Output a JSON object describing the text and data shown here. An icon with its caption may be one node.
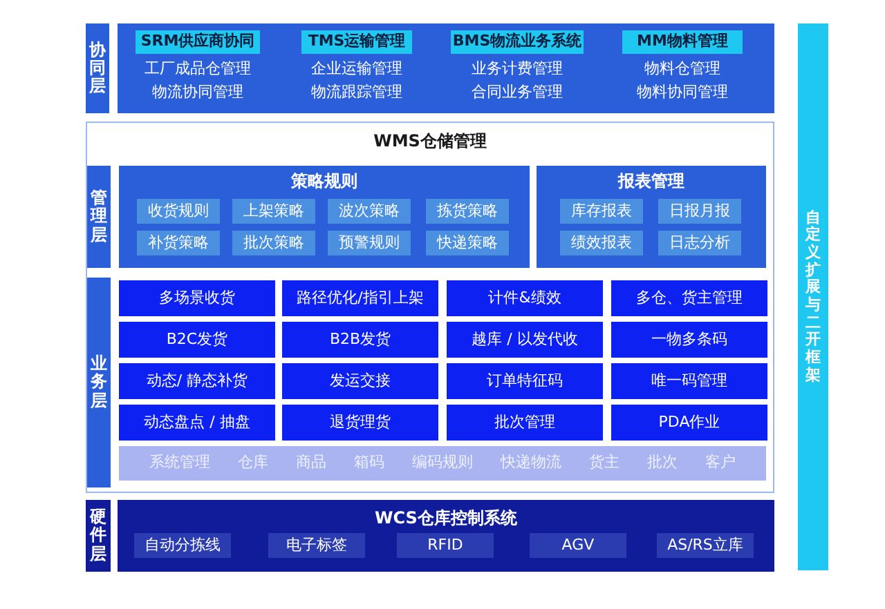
{
  "diagram": {
    "nodes": [
      {
        "text": [
          "协同层"
        ]
      },
      {
        "text": [],
        "shape": "box"
      },
      {
        "text": [
          "SRM供应商协同"
        ],
        "in": 1,
        "beside": [
          "工厂成品仓管理",
          "物流协同管理"
        ]
      },
      {
        "text": [
          "TMS运输管理"
        ],
        "in": 1,
        "beside": [
          "企业运输管理",
          "物流跟踪管理"
        ]
      },
      {
        "text": [
          "BMS物流业务系统"
        ],
        "in": 1,
        "beside": [
          "业务计费管理",
          "合同业务管理"
        ]
      },
      {
        "text": [
          "MM物料管理"
        ],
        "in": 1,
        "beside": [
          "物料仓管理",
          "物料协同管理"
        ]
      },
      {
        "text": [
          "自定义扩展与二开框架"
        ]
      },
      {
        "text": [
          "WMS仓储管理"
        ]
      },
      {
        "text": [
          "管理层"
        ],
        "in": 7
      },
      {
        "text": [
          "策略规则"
        ],
        "in": 7
      },
      {
        "text": [
          "收货规则"
        ],
        "in": 9
      },
      {
        "text": [
          "上架策略"
        ],
        "in": 9
      },
      {
        "text": [
          "波次策略"
        ],
        "in": 9
      },
      {
        "text": [
          "拣货策略"
        ],
        "in": 9
      },
      {
        "text": [
          "补货策略"
        ],
        "in": 9
      },
      {
        "text": [
          "批次策略"
        ],
        "in": 9
      },
      {
        "text": [
          "预警规则"
        ],
        "in": 9
      },
      {
        "text": [
          "快递策略"
        ],
        "in": 9
      },
      {
        "text": [
          "报表管理"
        ],
        "in": 7
      },
      {
        "text": [
          "库存报表"
        ],
        "in": 18
      },
      {
        "text": [
          "日报月报"
        ],
        "in": 18
      },
      {
        "text": [
          "绩效报表"
        ],
        "in": 18
      },
      {
        "text": [
          "日志分析"
        ],
        "in": 18
      },
      {
        "text": [
          "业务层"
        ],
        "in": 7
      },
      {
        "text": [
          "多场景收货"
        ],
        "in": 7
      },
      {
        "text": [
          "路径优化/指引上架"
        ],
        "in": 7
      },
      {
        "text": [
          "计件&绩效"
        ],
        "in": 7
      },
      {
        "text": [
          "多仓、货主管理"
        ],
        "in": 7
      },
      {
        "text": [
          "B2C发货"
        ],
        "in": 7
      },
      {
        "text": [
          "B2B发货"
        ],
        "in": 7
      },
      {
        "text": [
          "越库 / 以发代收"
        ],
        "in": 7
      },
      {
        "text": [
          "一物多条码"
        ],
        "in": 7
      },
      {
        "text": [
          "动态/ 静态补货"
        ],
        "in": 7
      },
      {
        "text": [
          "发运交接"
        ],
        "in": 7
      },
      {
        "text": [
          "订单特征码"
        ],
        "in": 7
      },
      {
        "text": [
          "唯一码管理"
        ],
        "in": 7
      },
      {
        "text": [
          "动态盘点 / 抽盘"
        ],
        "in": 7
      },
      {
        "text": [
          "退货理货"
        ],
        "in": 7
      },
      {
        "text": [
          "批次管理"
        ],
        "in": 7
      },
      {
        "text": [
          "PDA作业"
        ],
        "in": 7
      },
      {
        "text": [
          "系统管理",
          "仓库",
          "商品",
          "箱码",
          "编码规则",
          "快递物流",
          "货主",
          "批次",
          "客户"
        ],
        "in": 7
      },
      {
        "text": [
          "硬件层"
        ]
      },
      {
        "text": [
          "WCS仓库控制系统"
        ]
      },
      {
        "text": [
          "自动分拣线"
        ],
        "in": 42
      },
      {
        "text": [
          "电子标签"
        ],
        "in": 42
      },
      {
        "text": [
          "RFID"
        ],
        "in": 42
      },
      {
        "text": [
          "AGV"
        ],
        "in": 42
      },
      {
        "text": [
          "AS/RS立库"
        ],
        "in": 42
      }
    ]
  }
}
